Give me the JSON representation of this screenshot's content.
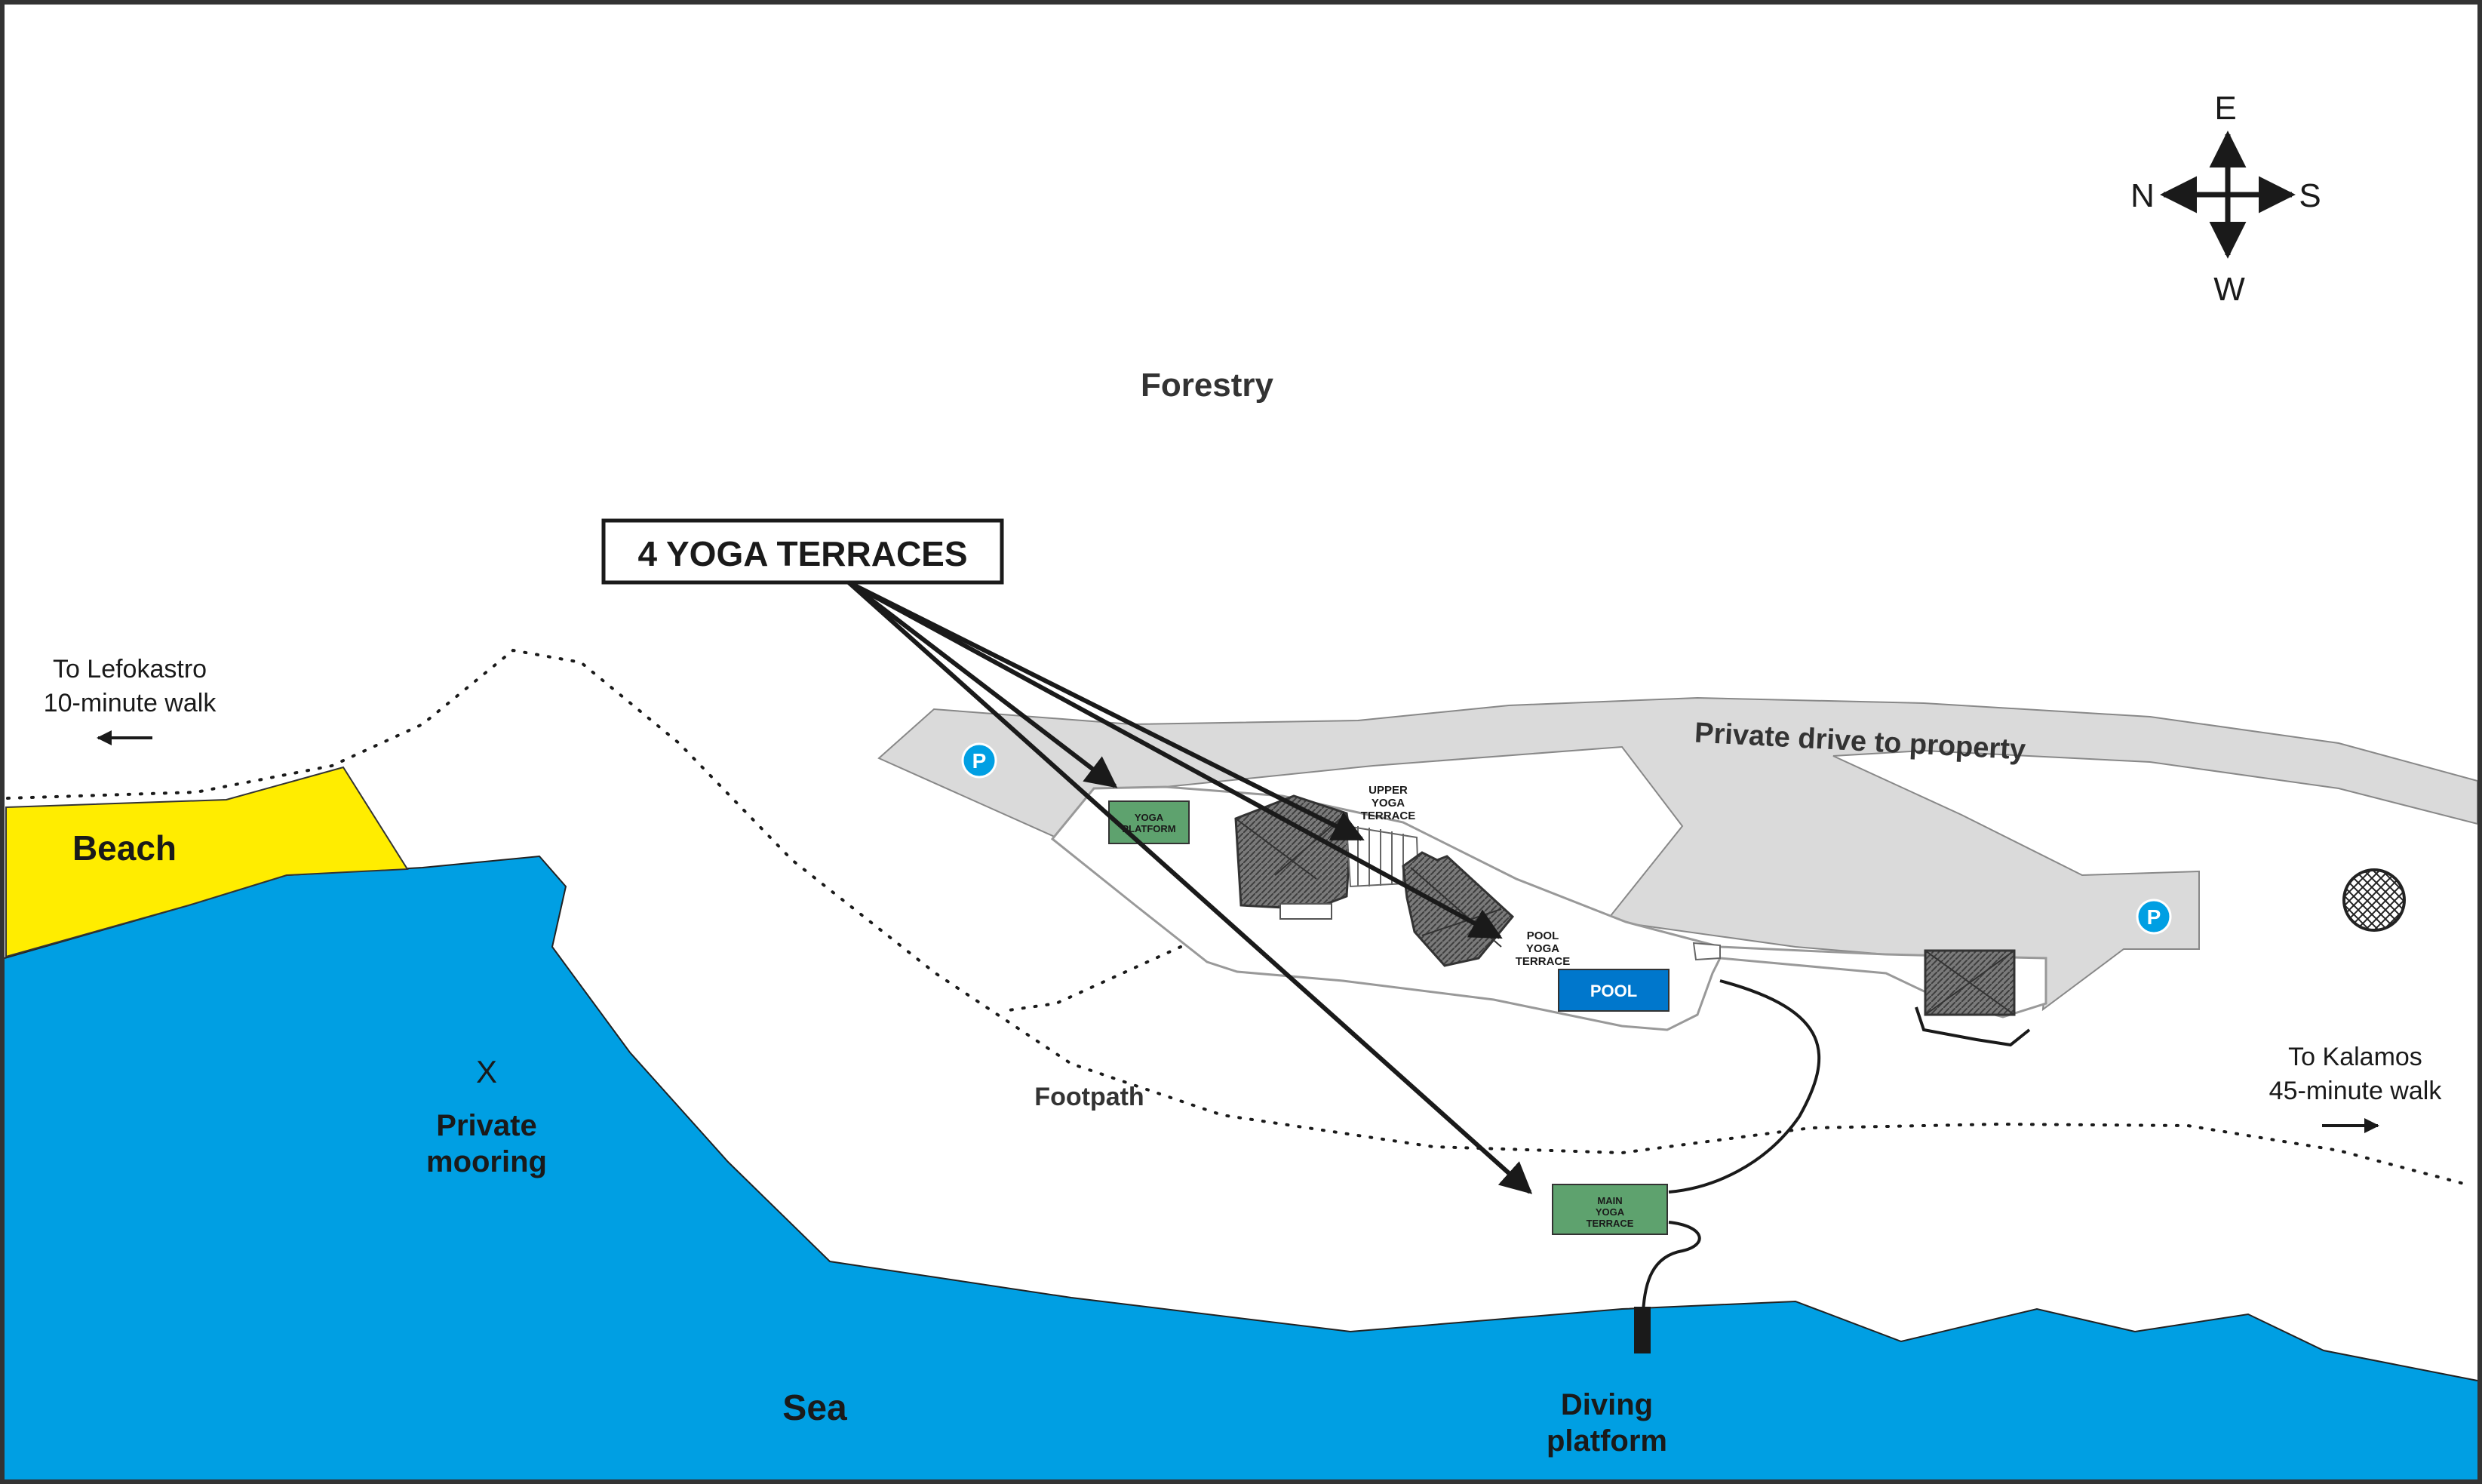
{
  "colors": {
    "sea": "#009FE3",
    "beach": "#FFED00",
    "drive": "#DADADA",
    "terrace": "#5EA26E",
    "pool": "#0077CC",
    "parking": "#009FE3",
    "roof": "#6E6E6E",
    "border": "#333333"
  },
  "labels": {
    "forestry": "Forestry",
    "beach": "Beach",
    "sea": "Sea",
    "mooring_mark": "X",
    "mooring_line1": "Private",
    "mooring_line2": "mooring",
    "footpath": "Footpath",
    "diving_line1": "Diving",
    "diving_line2": "platform",
    "private_drive": "Private drive to property",
    "lefokastro_line1": "To Lefokastro",
    "lefokastro_line2": "10-minute walk",
    "kalamos_line1": "To Kalamos",
    "kalamos_line2": "45-minute walk",
    "parking": "P",
    "pool": "POOL",
    "yoga_platform_line1": "YOGA",
    "yoga_platform_line2": "PLATFORM",
    "upper_terrace_line1": "UPPER",
    "upper_terrace_line2": "YOGA",
    "upper_terrace_line3": "TERRACE",
    "pool_terrace_line1": "POOL",
    "pool_terrace_line2": "YOGA",
    "pool_terrace_line3": "TERRACE",
    "main_terrace_line1": "MAIN",
    "main_terrace_line2": "YOGA",
    "main_terrace_line3": "TERRACE",
    "callout": "4 YOGA TERRACES"
  },
  "compass": {
    "north": "N",
    "south": "S",
    "east": "E",
    "west": "W"
  },
  "icons": [
    "compass-rose-icon",
    "parking-icon",
    "hatched-circle-icon",
    "arrow-left-icon",
    "arrow-right-icon"
  ]
}
